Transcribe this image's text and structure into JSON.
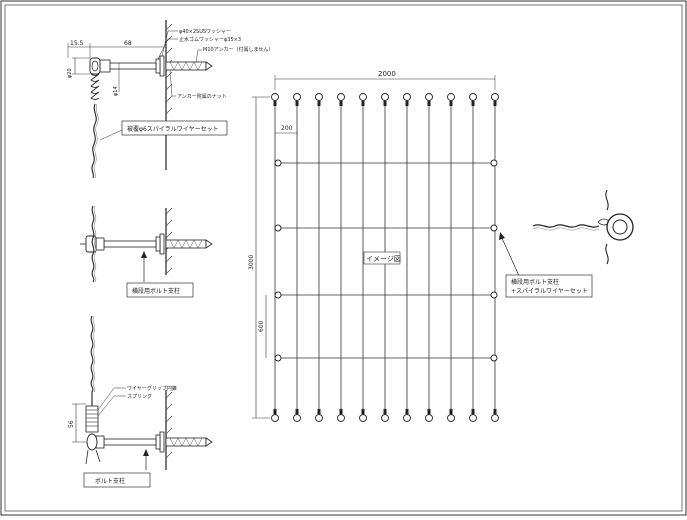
{
  "detail_top": {
    "dim_15_5": "15.5",
    "dim_68": "68",
    "dim_20": "φ20",
    "dim_14": "φ14",
    "note_washer_sus": "φ40×2SUSワッシャー",
    "note_rubber_washer": "止水ゴムワッシャーφ35×3",
    "note_anchor": "M10アンカー（付属しません）",
    "note_nut": "アンカー附属のナット",
    "label_box": "被覆φ6スパイラルワイヤーセット"
  },
  "detail_middle": {
    "label_box": "横段用ボルト支柱"
  },
  "detail_bottom": {
    "dim_56": "56",
    "note_grip_1": "ワイヤーグリップ円錐",
    "note_grip_2": "スプリング",
    "label_box": "ボルト支柱"
  },
  "elevation": {
    "width_label": "2000",
    "pitch_label": "200",
    "height_label": "3000",
    "row_pitch_label": "600",
    "image_label": "イメージ図",
    "callout_1": "横段用ボルト支柱",
    "callout_2": "+スパイラルワイヤーセット"
  }
}
